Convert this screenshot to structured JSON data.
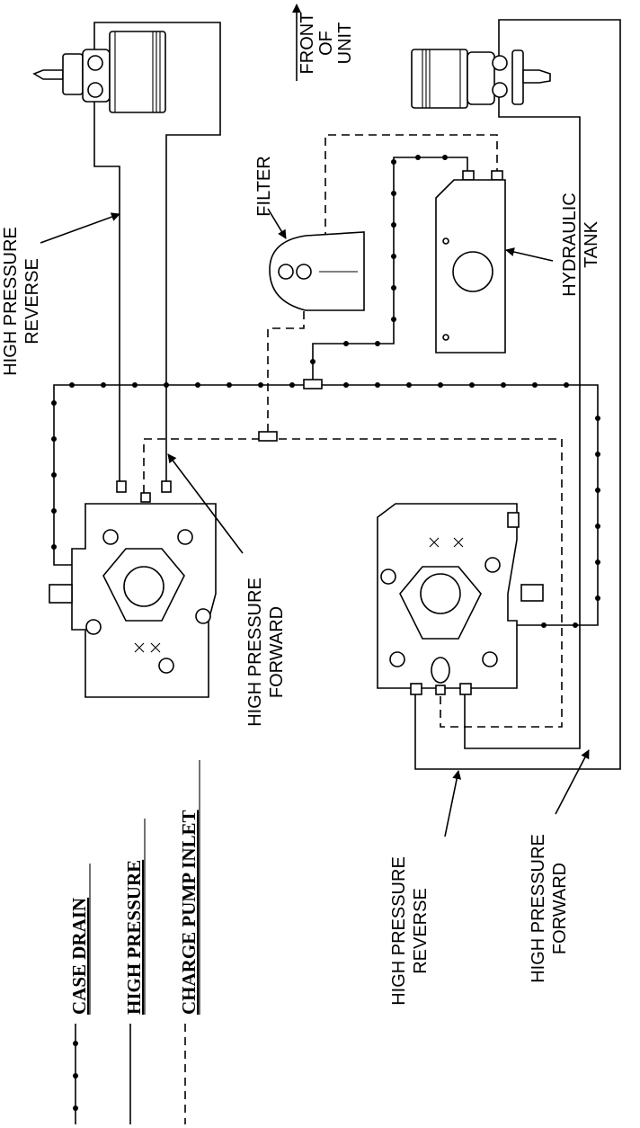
{
  "labels": {
    "front": [
      "FRONT",
      "OF",
      "UNIT"
    ],
    "filter": "FILTER",
    "tank": [
      "HYDRAULIC",
      "TANK"
    ],
    "left_reverse": [
      "HIGH PRESSURE",
      "REVERSE"
    ],
    "left_forward": [
      "HIGH PRESSURE",
      "FORWARD"
    ],
    "right_reverse": [
      "HIGH PRESSURE",
      "REVERSE"
    ],
    "right_forward": [
      "HIGH PRESSURE",
      "FORWARD"
    ]
  },
  "legend": [
    {
      "label": "CASE DRAIN",
      "line_style": "dotted-solid"
    },
    {
      "label": "HIGH PRESSURE",
      "line_style": "solid"
    },
    {
      "label": "CHARGE PUMP INLET",
      "line_style": "dashed"
    }
  ],
  "colors": {
    "line": "#000000",
    "background": "#ffffff"
  }
}
